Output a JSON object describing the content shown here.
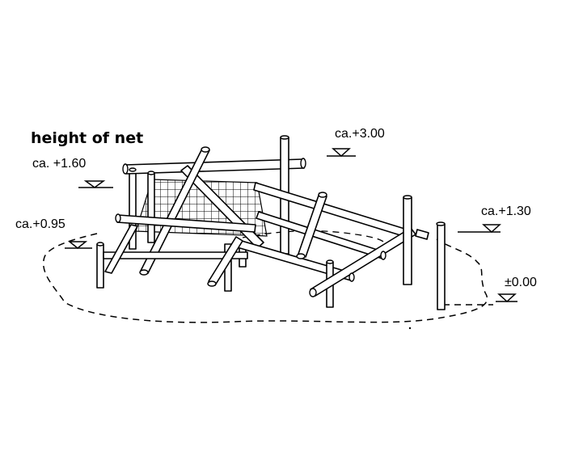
{
  "title": "height of net",
  "labels": {
    "ca_160": "ca. +1.60",
    "ca_095": "ca.+0.95",
    "ca_300": "ca.+3.00",
    "ca_130": "ca.+1.30",
    "pm_000": "±0.00"
  },
  "colors": {
    "line": "#000000",
    "background": "#ffffff"
  },
  "icons": [
    "level-marker-icon"
  ]
}
